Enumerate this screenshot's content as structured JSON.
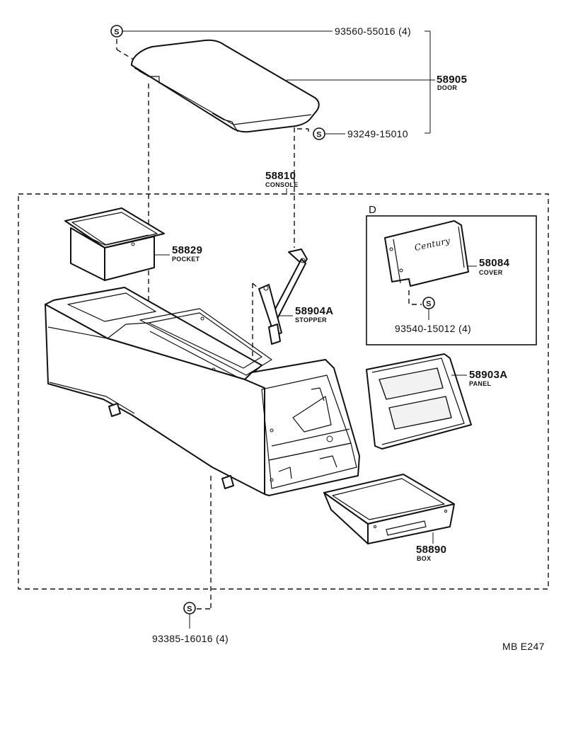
{
  "parts": {
    "door": {
      "number": "58905",
      "name": "DOOR"
    },
    "console": {
      "number": "58810",
      "name": "CONSOLE"
    },
    "pocket": {
      "number": "58829",
      "name": "POCKET"
    },
    "stopper": {
      "number": "58904A",
      "name": "STOPPER"
    },
    "cover": {
      "number": "58084",
      "name": "COVER"
    },
    "panel": {
      "number": "58903A",
      "name": "PANEL"
    },
    "box": {
      "number": "58890",
      "name": "BOX"
    }
  },
  "screws": {
    "top": {
      "symbol": "S",
      "label": "93560-55016 (4)"
    },
    "door": {
      "symbol": "S",
      "label": "93249-15010"
    },
    "cover": {
      "symbol": "S",
      "label": "93540-15012 (4)"
    },
    "bottom": {
      "symbol": "S",
      "label": "93385-16016 (4)"
    }
  },
  "detail": {
    "tag": "D",
    "logo_text": "Century"
  },
  "figure_code": "MB E247"
}
